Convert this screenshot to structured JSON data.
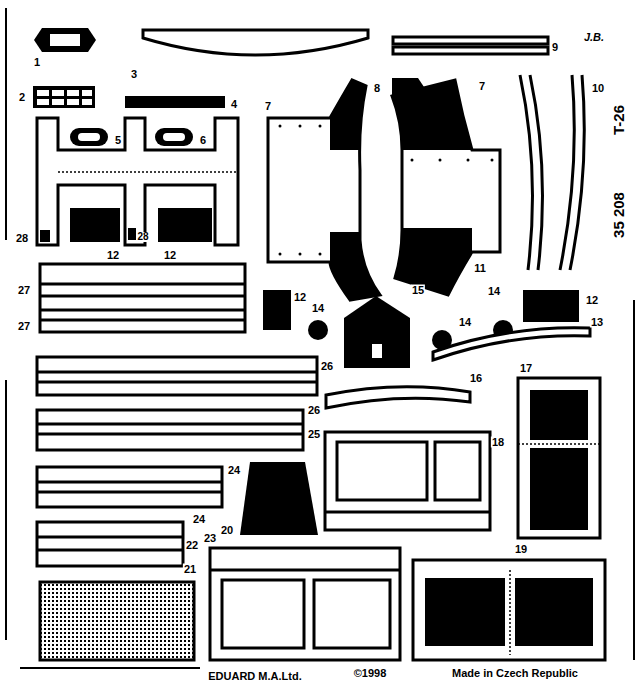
{
  "diagram": {
    "labels": [
      "1",
      "3",
      "9",
      "J.B.",
      "2",
      "4",
      "8",
      "7",
      "7",
      "10",
      "5",
      "6",
      "T-26",
      "35 208",
      "28",
      "12",
      "12",
      "28",
      "11",
      "27",
      "12",
      "14",
      "15",
      "14",
      "14",
      "12",
      "27",
      "13",
      "26",
      "16",
      "17",
      "26",
      "25",
      "18",
      "24",
      "20",
      "24",
      "22",
      "23",
      "21",
      "19",
      "EDUARD M.A.Ltd.",
      "©1998",
      "Made in Czech Republic"
    ]
  }
}
